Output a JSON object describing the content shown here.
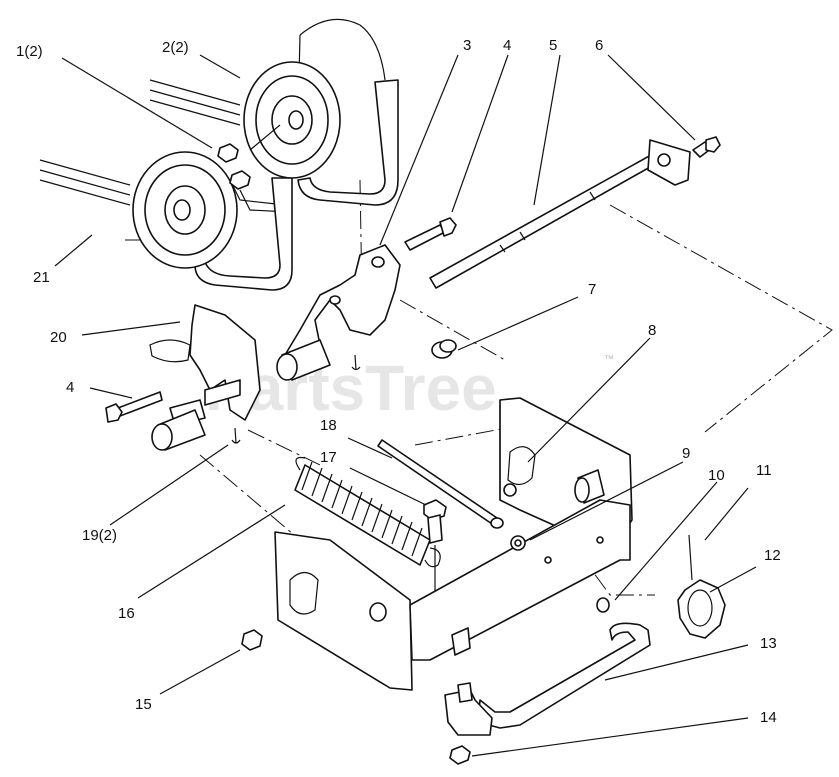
{
  "watermark": "PartsTree",
  "trademark": "™",
  "callouts": [
    {
      "id": "c1",
      "text": "1(2)"
    },
    {
      "id": "c2",
      "text": "2(2)"
    },
    {
      "id": "c3",
      "text": "3"
    },
    {
      "id": "c4a",
      "text": "4"
    },
    {
      "id": "c5",
      "text": "5"
    },
    {
      "id": "c6",
      "text": "6"
    },
    {
      "id": "c7",
      "text": "7"
    },
    {
      "id": "c8",
      "text": "8"
    },
    {
      "id": "c9",
      "text": "9"
    },
    {
      "id": "c10",
      "text": "10"
    },
    {
      "id": "c11",
      "text": "11"
    },
    {
      "id": "c12",
      "text": "12"
    },
    {
      "id": "c13",
      "text": "13"
    },
    {
      "id": "c14",
      "text": "14"
    },
    {
      "id": "c15",
      "text": "15"
    },
    {
      "id": "c16",
      "text": "16"
    },
    {
      "id": "c17",
      "text": "17"
    },
    {
      "id": "c18",
      "text": "18"
    },
    {
      "id": "c19",
      "text": "19(2)"
    },
    {
      "id": "c20",
      "text": "20"
    },
    {
      "id": "c21",
      "text": "21"
    },
    {
      "id": "c4b",
      "text": "4"
    }
  ]
}
